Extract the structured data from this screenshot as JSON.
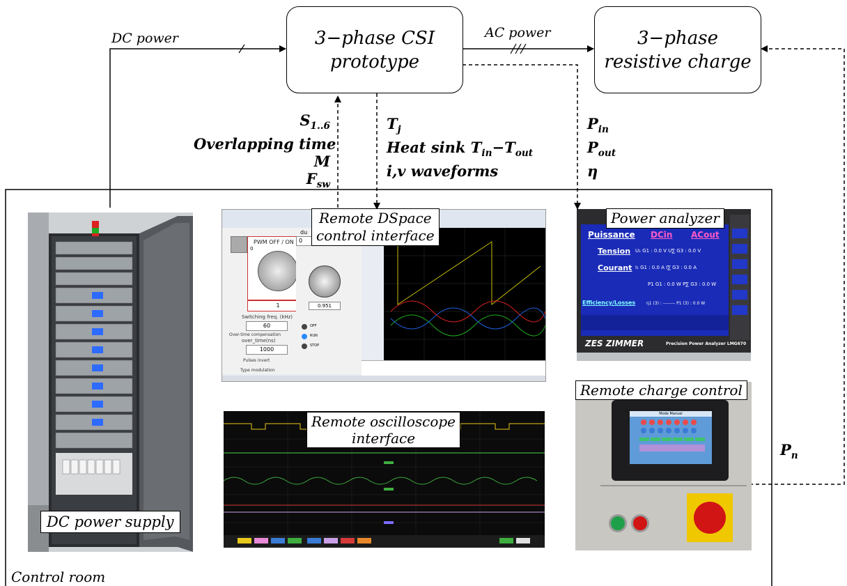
{
  "blocks": {
    "csi_line1": "3−phase CSI",
    "csi_line2": "prototype",
    "load_line1": "3−phase",
    "load_line2": "resistive charge"
  },
  "flows": {
    "dc_power": "DC power",
    "ac_power": "AC power"
  },
  "signals": {
    "to_csi": {
      "s": "S",
      "s_sub": "1..6",
      "overlap": "Overlapping time",
      "m": "M",
      "f": "F",
      "f_sub": "sw"
    },
    "from_csi": {
      "t": "T",
      "t_sub": "j",
      "heat": "Heat sink T",
      "heat_in": "in",
      "heat_out": "out",
      "wave": "i,v waveforms"
    },
    "to_analyzer": {
      "p": "P",
      "pin_sub": "in",
      "pout_sub": "out",
      "eta": "η"
    },
    "to_load": {
      "p": "P",
      "sub": "n"
    }
  },
  "labels": {
    "dspace": [
      "Remote DSpace",
      "control interface"
    ],
    "analyzer": "Power analyzer",
    "charge_control": "Remote charge control",
    "oscilloscope": [
      "Remote oscilloscope",
      "interface"
    ],
    "dc_supply": "DC power supply",
    "control_room": "Control room"
  },
  "dspace_ui": {
    "pwm": "PWM OFF / ON",
    "du": "du",
    "zero": "0",
    "one": "1",
    "knob_value": "0.951",
    "switch_freq": "Switching freq. (kHz)",
    "switch_val": "60",
    "over_comp": "Over-time compensation",
    "over_time": "over_time(ns)",
    "over_val": "1000",
    "pulses": "Pulses invert",
    "type_mod": "Type modulation",
    "off": "OFF",
    "run": "RUN",
    "stop": "STOP"
  },
  "analyzer_ui": {
    "puissance": "Puissance",
    "dcin": "DCin",
    "acout": "ACout",
    "tension": "Tension",
    "courant": "Courant",
    "tension_vals": "U₁ G1 : 0.0 V U∑ G3 : 0.0 V",
    "courant_vals": "I₁ G1 : 0.0 A I∑ G3 : 0.0 A",
    "power_vals": "P1 G1 : 0.0 W P∑ G3 : 0.0 W",
    "eff": "Efficiency/Losses",
    "eff_vals": "η1 (3) : -------- P1 (3) : 0.0 W",
    "brand": "ZES ZIMMER",
    "model": "Precision Power Analyzer LMG670"
  },
  "panel_ui": {
    "title": "Mode Manuel"
  },
  "colors": {
    "arrow": "#000000",
    "dspace_plot_bg": "#000000",
    "analyzer_screen": "#1a2bb8",
    "estop": "#d11414"
  }
}
